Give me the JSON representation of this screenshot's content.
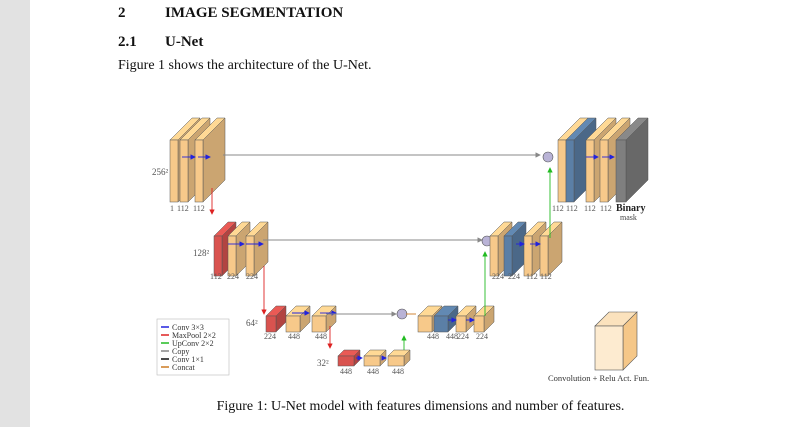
{
  "section": {
    "number": "2",
    "title": "IMAGE SEGMENTATION"
  },
  "subsection": {
    "number": "2.1",
    "title": "U-Net"
  },
  "paragraph": "Figure 1 shows the architecture of the U-Net.",
  "caption": "Figure 1: U-Net model with features dimensions and number of features.",
  "figure": {
    "resolutions": [
      "256²",
      "128²",
      "64²",
      "32²"
    ],
    "encoder_labels": [
      [
        "1",
        "112",
        "112"
      ],
      [
        "112",
        "224",
        "224"
      ],
      [
        "224",
        "448",
        "448"
      ],
      [
        "448",
        "448",
        "448"
      ]
    ],
    "decoder_labels": [
      [
        "448",
        "448",
        "224",
        "224"
      ],
      [
        "224",
        "224",
        "112",
        "112"
      ],
      [
        "112",
        "112",
        "112",
        "112"
      ]
    ],
    "output_label": "Binary",
    "output_label_2": "mask",
    "legend": [
      {
        "label": "Conv 3×3",
        "color": "#2222dd"
      },
      {
        "label": "MaxPool 2×2",
        "color": "#dd2222"
      },
      {
        "label": "UpConv 2×2",
        "color": "#22bb22"
      },
      {
        "label": "Copy",
        "color": "#888888"
      },
      {
        "label": "Conv 1×1",
        "color": "#111111"
      },
      {
        "label": "Concat",
        "color": "#cc7a22"
      }
    ],
    "cube_caption": "Convolution + Relu Act. Fun.",
    "colors": {
      "conv": "#f7c98a",
      "pool": "#d9534f",
      "skip": "#5b7fa6",
      "output": "#7f7f7f"
    }
  }
}
